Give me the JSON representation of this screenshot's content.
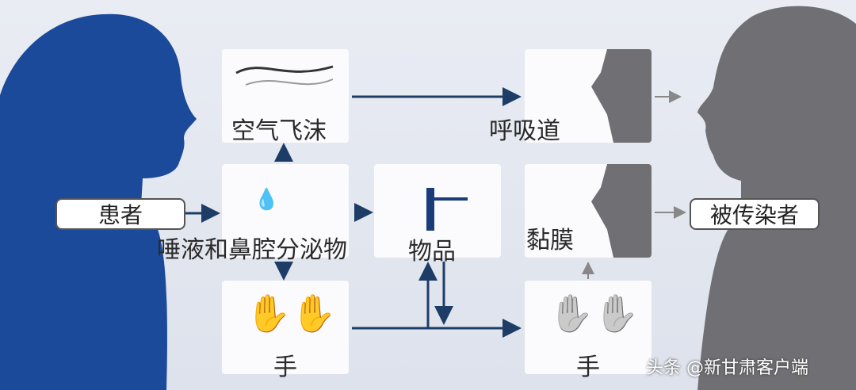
{
  "colors": {
    "patient": "#1b4a9b",
    "infected": "#707074",
    "arrow": "#1d3d66",
    "background": "#e4e8f0"
  },
  "patient_label": "患者",
  "infected_label": "被传染者",
  "nodes": {
    "air_droplets": "空气飞沫",
    "secretions": "唾液和鼻腔分泌物",
    "hands_source": "手",
    "objects": "物品",
    "respiratory_tract": "呼吸道",
    "mucosa": "黏膜",
    "hands_target": "手"
  },
  "watermark": "头条 @新甘肃客户端"
}
